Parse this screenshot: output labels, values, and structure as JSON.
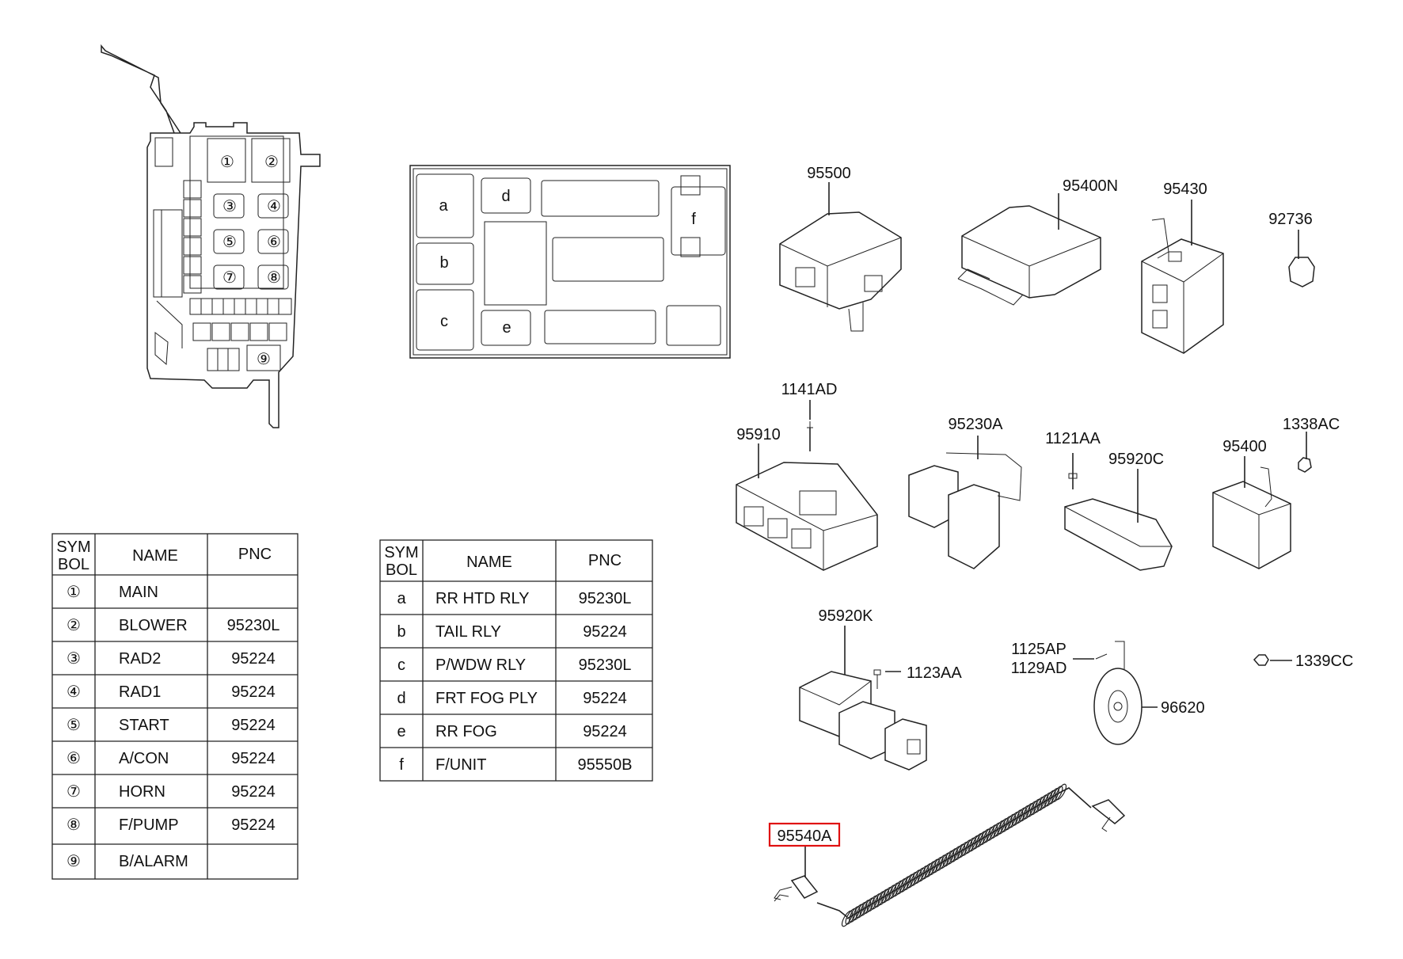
{
  "fuse_box_symbols": [
    "①",
    "②",
    "③",
    "④",
    "⑤",
    "⑥",
    "⑦",
    "⑧",
    "⑨"
  ],
  "junction_box_letters": [
    "a",
    "b",
    "c",
    "d",
    "e",
    "f"
  ],
  "part_labels": {
    "p95500": "95500",
    "p95400N": "95400N",
    "p95430": "95430",
    "p92736": "92736",
    "p1141AD": "1141AD",
    "p95910": "95910",
    "p95230A": "95230A",
    "p1121AA": "1121AA",
    "p95920C": "95920C",
    "p1338AC": "1338AC",
    "p95400": "95400",
    "p95920K": "95920K",
    "p1123AA": "1123AA",
    "p1125AP": "1125AP",
    "p1129AD": "1129AD",
    "p1339CC": "1339CC",
    "p96620": "96620",
    "p95540A": "95540A"
  },
  "highlight_color": "#e01010",
  "table_left": {
    "headers": {
      "sym_line1": "SYM",
      "sym_line2": "BOL",
      "name": "NAME",
      "pnc": "PNC"
    },
    "rows": [
      {
        "sym": "①",
        "name": "MAIN",
        "pnc": ""
      },
      {
        "sym": "②",
        "name": "BLOWER",
        "pnc": "95230L"
      },
      {
        "sym": "③",
        "name": "RAD2",
        "pnc": "95224"
      },
      {
        "sym": "④",
        "name": "RAD1",
        "pnc": "95224"
      },
      {
        "sym": "⑤",
        "name": "START",
        "pnc": "95224"
      },
      {
        "sym": "⑥",
        "name": "A/CON",
        "pnc": "95224"
      },
      {
        "sym": "⑦",
        "name": "HORN",
        "pnc": "95224"
      },
      {
        "sym": "⑧",
        "name": "F/PUMP",
        "pnc": "95224"
      },
      {
        "sym": "⑨",
        "name": "B/ALARM",
        "pnc": ""
      }
    ]
  },
  "table_right": {
    "headers": {
      "sym_line1": "SYM",
      "sym_line2": "BOL",
      "name": "NAME",
      "pnc": "PNC"
    },
    "rows": [
      {
        "sym": "a",
        "name": "RR HTD RLY",
        "pnc": "95230L"
      },
      {
        "sym": "b",
        "name": "TAIL RLY",
        "pnc": "95224"
      },
      {
        "sym": "c",
        "name": "P/WDW RLY",
        "pnc": "95230L"
      },
      {
        "sym": "d",
        "name": "FRT FOG PLY",
        "pnc": "95224"
      },
      {
        "sym": "e",
        "name": "RR FOG",
        "pnc": "95224"
      },
      {
        "sym": "f",
        "name": "F/UNIT",
        "pnc": "95550B"
      }
    ]
  }
}
